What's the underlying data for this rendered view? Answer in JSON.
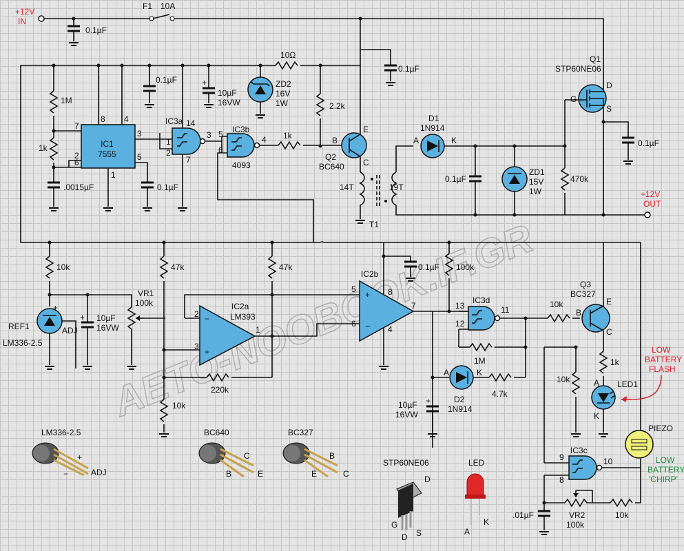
{
  "power": {
    "in_label1": "+12V",
    "in_label2": "IN",
    "out_label1": "+12V",
    "out_label2": "OUT"
  },
  "fuse": {
    "name": "F1",
    "value": "10A"
  },
  "caps": {
    "c_in": "0.1µF",
    "c_top2": "0.1µF",
    "c_ic3": "0.1µF",
    "c_10u": "10µF",
    "c_10u_v": "16VW",
    "c_timing": ".0015µF",
    "c_ic1pin5": "0.1µF",
    "c_d1": "0.1µF",
    "c_q1": "0.1µF",
    "c_ic2": "0.1µF",
    "c_ref": "10µF",
    "c_ref_v": "16VW",
    "c_d2": "10µF",
    "c_d2_v": "16VW",
    "c_osc": ".01µF"
  },
  "resistors": {
    "r_1M": "1M",
    "r_1k": "1k",
    "r_10ohm": "10Ω",
    "r_2k2": "2.2k",
    "r_1k_gate": "1k",
    "r_470k": "470k",
    "r_10k_ref": "10k",
    "r_47k_a": "47k",
    "r_47k_b": "47k",
    "r_100k": "100k",
    "r_220k": "220k",
    "r_10k_bot": "10k",
    "r_10k_q3": "10k",
    "r_1M_fb": "1M",
    "r_4k7": "4.7k",
    "r_1k_led": "1k",
    "r_10k_base": "10k",
    "r_10k_osc": "10k"
  },
  "parts": {
    "ic1_name": "IC1",
    "ic1_type": "7555",
    "ic1_pins": {
      "p8": "8",
      "p4": "4",
      "p7": "7",
      "p6": "6",
      "p2": "2",
      "p3": "3",
      "p5": "5",
      "p1": "1"
    },
    "ic3a": "IC3a",
    "ic3a_pins": {
      "p14": "14",
      "p1": "1",
      "p2": "2",
      "p3": "3",
      "p7": "7"
    },
    "ic3b": "IC3b",
    "ic3b_type": "4093",
    "ic3b_pins": {
      "p5": "5",
      "p6": "6",
      "p4": "4"
    },
    "zd2": "ZD2",
    "zd2_v": "16V",
    "zd2_w": "1W",
    "q2": "Q2",
    "q2_type": "BC640",
    "q2_pins": {
      "b": "B",
      "e": "E",
      "c": "C"
    },
    "t1": "T1",
    "t1_p": "14T",
    "t1_s": "19T",
    "d1": "D1",
    "d1_type": "1N914",
    "d1_a": "A",
    "d1_k": "K",
    "zd1": "ZD1",
    "zd1_v": "15V",
    "zd1_w": "1W",
    "q1": "Q1",
    "q1_type": "STP60NE06",
    "q1_pins": {
      "g": "G",
      "d": "D",
      "s": "S"
    },
    "ref1": "REF1",
    "ref1_type": "LM336-2.5",
    "ref1_adj": "ADJ",
    "vr1": "VR1",
    "vr1_value": "100k",
    "ic2a": "IC2a",
    "ic2a_type": "LM393",
    "ic2a_pins": {
      "p2": "2",
      "p3": "3",
      "p1": "1"
    },
    "ic2b": "IC2b",
    "ic2b_pins": {
      "p5": "5",
      "p6": "6",
      "p8": "8",
      "p4": "4",
      "p7": "7"
    },
    "ic3d": "IC3d",
    "ic3d_pins": {
      "p13": "13",
      "p12": "12",
      "p11": "11"
    },
    "q3": "Q3",
    "q3_type": "BC327",
    "q3_pins": {
      "b": "B",
      "e": "E",
      "c": "C"
    },
    "d2": "D2",
    "d2_type": "1N914",
    "d2_a": "A",
    "d2_k": "K",
    "led1": "LED1",
    "led1_a": "A",
    "led1_k": "K",
    "ic3c": "IC3c",
    "ic3c_pins": {
      "p9": "9",
      "p8": "8",
      "p10": "10"
    },
    "vr2": "VR2",
    "vr2_value": "100k",
    "piezo": "PIEZO"
  },
  "notes": {
    "flash": [
      "LOW",
      "BATTERY",
      "FLASH"
    ],
    "chirp": [
      "LOW",
      "BATTERY",
      "'CHIRP'"
    ]
  },
  "packages": {
    "lm336": "LM336-2.5",
    "lm336_plus": "+",
    "lm336_minus": "−",
    "lm336_adj": "ADJ",
    "bc640": "BC640",
    "bc640_pins": [
      "C",
      "B",
      "E"
    ],
    "bc327": "BC327",
    "bc327_pins": [
      "B",
      "E",
      "C"
    ],
    "stp": "STP60NE06",
    "stp_pins": [
      "D",
      "G",
      "D",
      "S"
    ],
    "led": "LED",
    "led_pins": [
      "A",
      "K"
    ]
  },
  "watermark": "AETO-NOOBOOK.IF.GR",
  "colors": {
    "accent_red": "#d4202a",
    "accent_green": "#1f8a3a",
    "component_blue": "#5ab0de"
  }
}
